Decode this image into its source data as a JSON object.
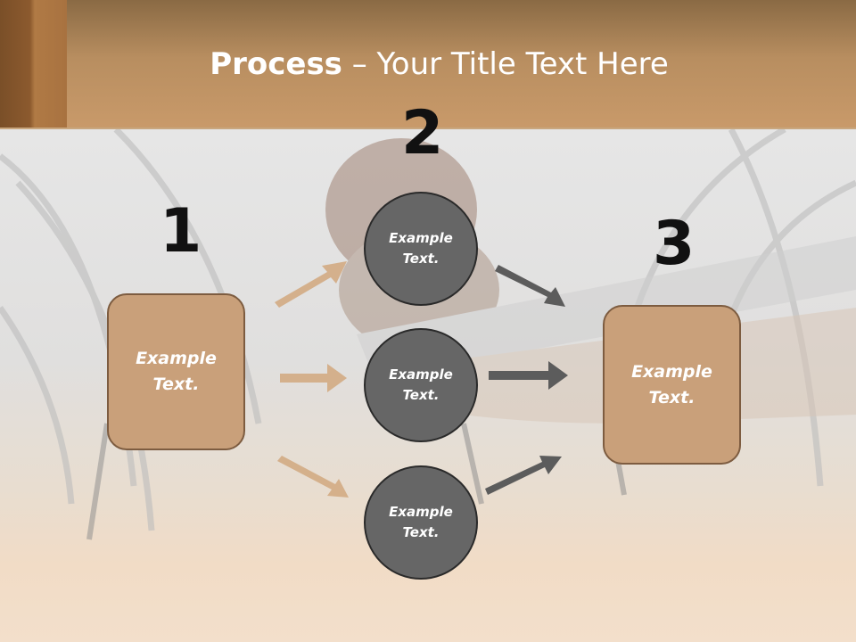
{
  "title": {
    "bold": "Process",
    "rest": " – Your Title Text Here"
  },
  "steps": {
    "one": "1",
    "two": "2",
    "three": "3"
  },
  "left_box": {
    "line1": "Example",
    "line2": "Text."
  },
  "circles": [
    {
      "line1": "Example",
      "line2": "Text."
    },
    {
      "line1": "Example",
      "line2": "Text."
    },
    {
      "line1": "Example",
      "line2": "Text."
    }
  ],
  "right_box": {
    "line1": "Example",
    "line2": "Text."
  },
  "colors": {
    "header": "#b88e60",
    "box": "#c9a07a",
    "circle": "#666666",
    "arrow_tan": "#d2ab84",
    "arrow_gray": "#5c5c5c"
  }
}
